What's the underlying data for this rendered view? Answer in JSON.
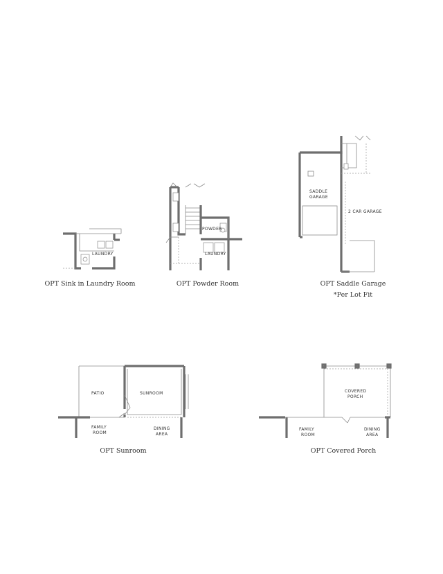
{
  "plans": {
    "sink_laundry": {
      "caption": "OPT Sink in Laundry Room",
      "rooms": [
        "LAUNDRY"
      ]
    },
    "powder_room": {
      "caption": "OPT Powder Room",
      "rooms": [
        "POWDER",
        "LAUNDRY"
      ]
    },
    "saddle_garage": {
      "caption": "OPT Saddle Garage",
      "note": "*Per Lot Fit",
      "rooms": [
        "SADDLE",
        "GARAGE",
        "2 CAR GARAGE"
      ]
    },
    "sunroom": {
      "caption": "OPT Sunroom",
      "rooms": [
        "PATIO",
        "SUNROOM",
        "FAMILY",
        "ROOM",
        "DINING",
        "AREA"
      ]
    },
    "covered_porch": {
      "caption": "OPT Covered Porch",
      "rooms": [
        "COVERED",
        "PORCH",
        "FAMILY",
        "ROOM",
        "DINING",
        "AREA"
      ]
    }
  }
}
